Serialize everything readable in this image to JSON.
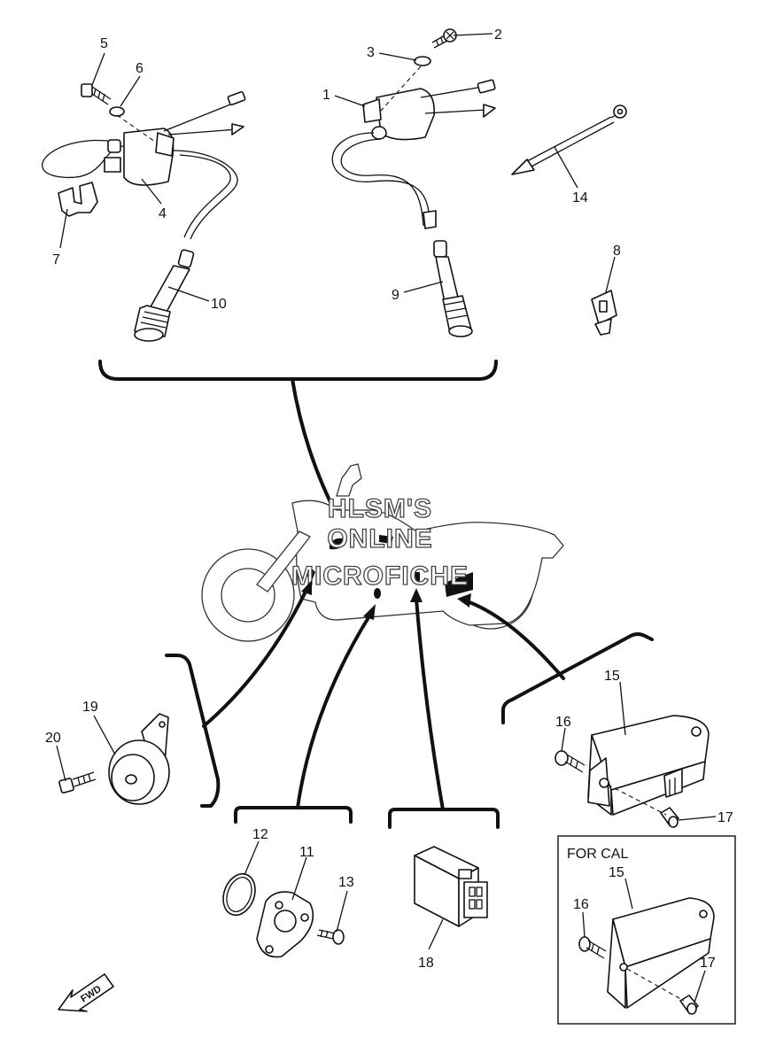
{
  "callouts": {
    "c1": "1",
    "c2": "2",
    "c3": "3",
    "c4": "4",
    "c5": "5",
    "c6": "6",
    "c7": "7",
    "c8": "8",
    "c9": "9",
    "c10": "10",
    "c11": "11",
    "c12": "12",
    "c13": "13",
    "c14": "14",
    "c15": "15",
    "c15b": "15",
    "c16": "16",
    "c16b": "16",
    "c17": "17",
    "c17b": "17",
    "c18": "18",
    "c19": "19",
    "c20": "20"
  },
  "inset": {
    "label": "FOR CAL"
  },
  "watermark": {
    "line1": "HLSM'S",
    "line2": "ONLINE",
    "line3": "MICROFICHE"
  },
  "fwd_badge": "FWD"
}
